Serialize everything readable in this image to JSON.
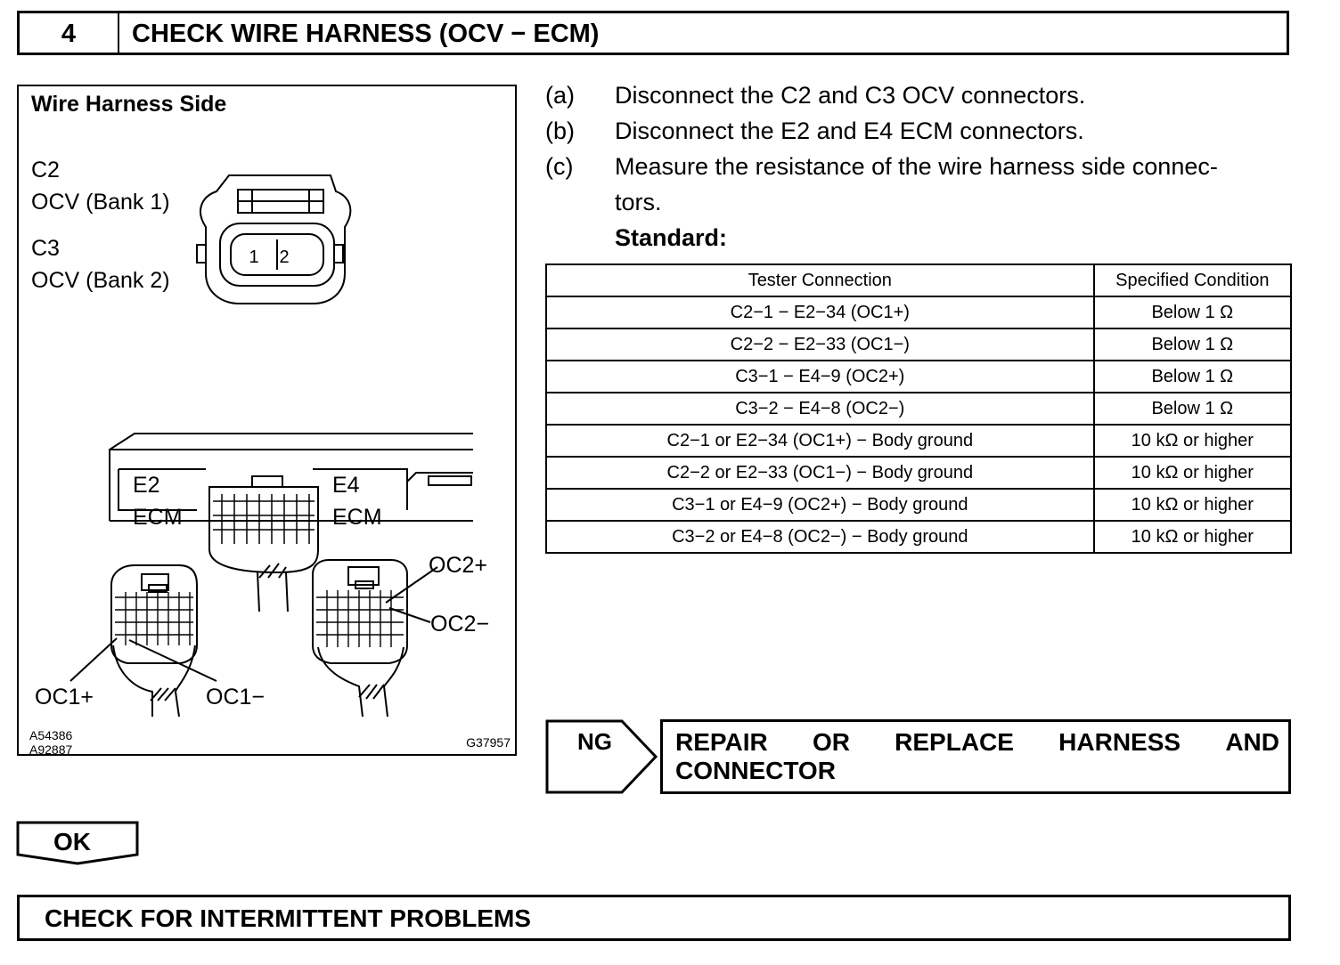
{
  "header": {
    "step_number": "4",
    "title": "CHECK WIRE HARNESS (OCV − ECM)"
  },
  "figure": {
    "title": "Wire Harness Side",
    "c2_label": "C2",
    "c2_desc": "OCV (Bank 1)",
    "c3_label": "C3",
    "c3_desc": "OCV (Bank 2)",
    "pin1": "1",
    "pin2": "2",
    "e2_label": "E2",
    "e2_sub": "ECM",
    "e4_label": "E4",
    "e4_sub": "ECM",
    "oc2_plus": "OC2+",
    "oc2_minus": "OC2−",
    "oc1_plus": "OC1+",
    "oc1_minus": "OC1−",
    "code_left_1": "A54386",
    "code_left_2": "A92887",
    "code_right": "G37957"
  },
  "steps": [
    {
      "letter": "(a)",
      "text": "Disconnect the C2 and C3 OCV connectors."
    },
    {
      "letter": "(b)",
      "text": "Disconnect the E2 and E4 ECM connectors."
    },
    {
      "letter": "(c)",
      "text": "Measure the resistance of the wire harness side connec-",
      "text2": "tors."
    }
  ],
  "standard_label": "Standard:",
  "table": {
    "headers": [
      "Tester Connection",
      "Specified Condition"
    ],
    "rows": [
      [
        "C2−1 − E2−34 (OC1+)",
        "Below 1 Ω"
      ],
      [
        "C2−2 − E2−33 (OC1−)",
        "Below 1 Ω"
      ],
      [
        "C3−1 − E4−9 (OC2+)",
        "Below 1 Ω"
      ],
      [
        "C3−2 − E4−8 (OC2−)",
        "Below 1 Ω"
      ],
      [
        "C2−1 or E2−34 (OC1+) − Body ground",
        "10 kΩ or higher"
      ],
      [
        "C2−2 or E2−33 (OC1−) − Body ground",
        "10 kΩ or higher"
      ],
      [
        "C3−1 or E4−9 (OC2+) − Body ground",
        "10 kΩ or higher"
      ],
      [
        "C3−2 or E4−8 (OC2−) − Body ground",
        "10 kΩ or higher"
      ]
    ]
  },
  "ng": {
    "label": "NG",
    "action_words": [
      "REPAIR",
      "OR",
      "REPLACE",
      "HARNESS",
      "AND"
    ],
    "action_line2": "CONNECTOR"
  },
  "ok": {
    "label": "OK"
  },
  "final": {
    "text": "CHECK FOR INTERMITTENT PROBLEMS"
  }
}
